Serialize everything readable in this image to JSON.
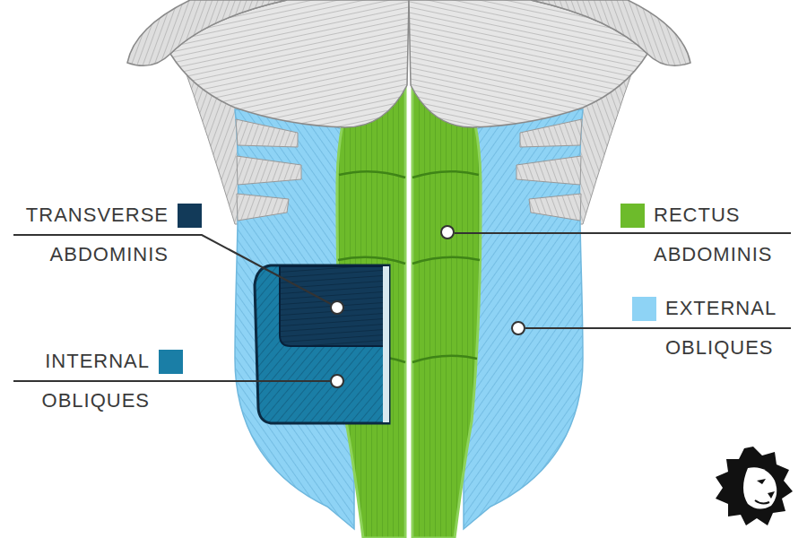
{
  "diagram": {
    "legend": [
      {
        "text": "TRANSVERSE ABDOMINIS",
        "color": "#123a59"
      },
      {
        "text": "RECTUS ABDOMINIS",
        "color": "#6dbb2b"
      },
      {
        "text": "EXTERNAL OBLIQUES",
        "color": "#8ed3f5"
      },
      {
        "text": "INTERNAL OBLIQUES",
        "color": "#1a7ea6"
      }
    ]
  }
}
